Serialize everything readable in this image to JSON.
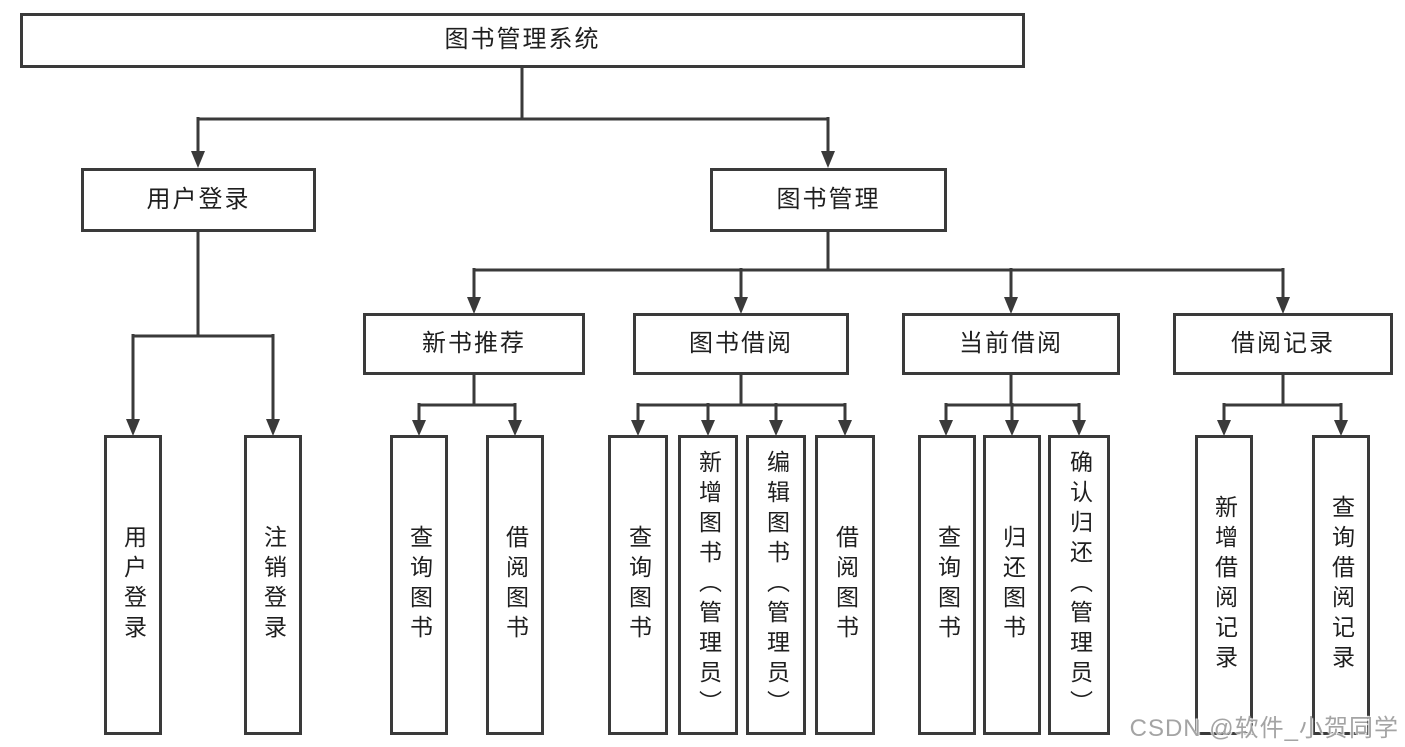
{
  "colors": {
    "line": "#3a3a3a",
    "text": "#1f1f1f",
    "box_background": "#ffffff",
    "page_background": "#ffffff",
    "watermark": "#a4a4a4"
  },
  "diagram": {
    "type": "hierarchy-tree",
    "root": {
      "label": "图书管理系统"
    },
    "branches": [
      {
        "label": "用户登录",
        "children": [
          {
            "label": "用户登录"
          },
          {
            "label": "注销登录"
          }
        ]
      },
      {
        "label": "图书管理",
        "children": [
          {
            "label": "新书推荐",
            "children": [
              {
                "label": "查询图书"
              },
              {
                "label": "借阅图书"
              }
            ]
          },
          {
            "label": "图书借阅",
            "children": [
              {
                "label": "查询图书"
              },
              {
                "label": "新增图书（管理员）"
              },
              {
                "label": "编辑图书（管理员）"
              },
              {
                "label": "借阅图书"
              }
            ]
          },
          {
            "label": "当前借阅",
            "children": [
              {
                "label": "查询图书"
              },
              {
                "label": "归还图书"
              },
              {
                "label": "确认归还（管理员）"
              }
            ]
          },
          {
            "label": "借阅记录",
            "children": [
              {
                "label": "新增借阅记录"
              },
              {
                "label": "查询借阅记录"
              }
            ]
          }
        ]
      }
    ]
  },
  "watermark": {
    "text": "CSDN @软件_小贺同学"
  }
}
